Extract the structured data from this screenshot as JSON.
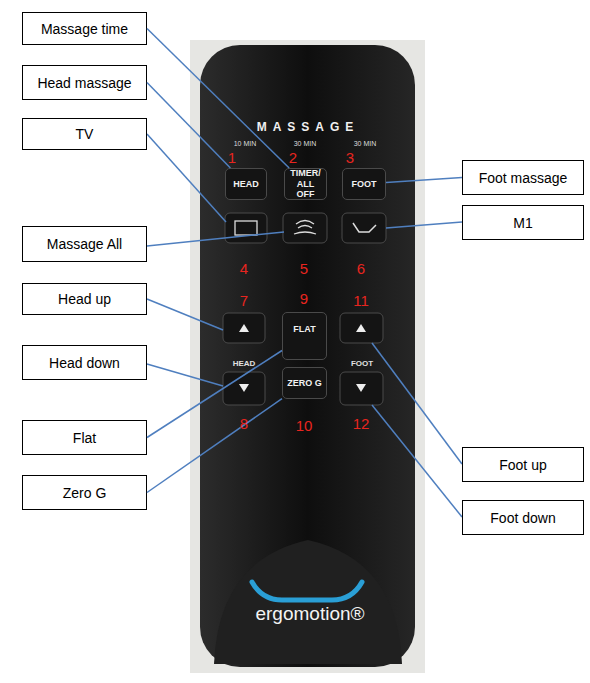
{
  "diagram": {
    "nodes": [
      {
        "text": [
          "Massage time"
        ]
      },
      {
        "text": [
          "Head massage"
        ]
      },
      {
        "text": [
          "TV"
        ]
      },
      {
        "text": [
          "Foot massage"
        ]
      },
      {
        "text": [
          "M1"
        ]
      },
      {
        "text": [
          "Massage All"
        ]
      },
      {
        "text": [
          "Head up"
        ]
      },
      {
        "text": [
          "Head down"
        ]
      },
      {
        "text": [
          "Flat"
        ]
      },
      {
        "text": [
          "Zero G"
        ]
      },
      {
        "text": [
          "Foot up"
        ]
      },
      {
        "text": [
          "Foot down"
        ]
      },
      {
        "text": [
          "HEAD"
        ]
      },
      {
        "text": [
          "TIMER/ ALL OFF"
        ]
      },
      {
        "text": [
          "FOOT"
        ]
      },
      {
        "text": [
          "FLAT"
        ]
      },
      {
        "text": [
          "ZERO G"
        ]
      }
    ],
    "edges": [
      {
        "from": 0,
        "to": 13,
        "arrow": "none"
      },
      {
        "from": 1,
        "to": 12,
        "arrow": "none"
      },
      {
        "from": 3,
        "to": 14,
        "arrow": "none"
      },
      {
        "from": 8,
        "to": 15,
        "arrow": "none"
      },
      {
        "from": 9,
        "to": 16,
        "arrow": "none"
      }
    ],
    "labels": [
      "MASSAGE",
      "10 MIN",
      "30 MIN",
      "30 MIN",
      "1",
      "2",
      "3",
      "4",
      "5",
      "6",
      "7",
      "9",
      "11",
      "HEAD",
      "FOOT",
      "8",
      "10",
      "12",
      "ergomotion®"
    ]
  }
}
